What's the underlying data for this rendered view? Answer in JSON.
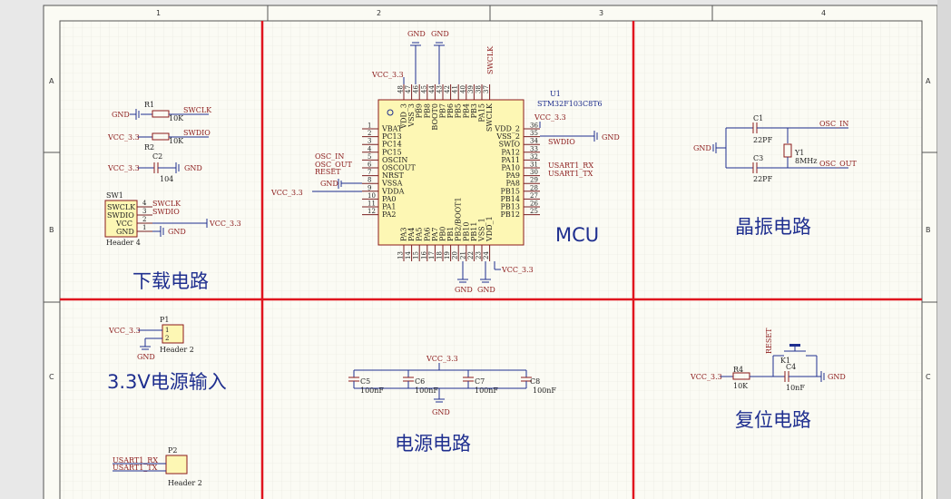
{
  "zones": {
    "columns": [
      "1",
      "2",
      "3",
      "4"
    ],
    "rows": [
      "A",
      "B",
      "C"
    ]
  },
  "sections": {
    "download": "下载电路",
    "mcu": "MCU",
    "crystal": "晶振电路",
    "power_in": "3.3V电源输入",
    "power": "电源电路",
    "reset": "复位电路"
  },
  "nets": {
    "gnd": "GND",
    "vcc": "VCC_3.3",
    "swclk": "SWCLK",
    "swdio": "SWDIO",
    "osc_in": "OSC_IN",
    "osc_out": "OSC_OUT",
    "reset": "RESET",
    "rx": "USART1_RX",
    "tx": "USART1_TX"
  },
  "mcu": {
    "designator": "U1",
    "part": "STM32F103C8T6",
    "left_pins": [
      {
        "num": "1",
        "name": "VBAT"
      },
      {
        "num": "2",
        "name": "PC13"
      },
      {
        "num": "3",
        "name": "PC14"
      },
      {
        "num": "4",
        "name": "PC15"
      },
      {
        "num": "5",
        "name": "OSCIN"
      },
      {
        "num": "6",
        "name": "OSCOUT"
      },
      {
        "num": "7",
        "name": "NRST"
      },
      {
        "num": "8",
        "name": "VSSA"
      },
      {
        "num": "9",
        "name": "VDDA"
      },
      {
        "num": "10",
        "name": "PA0"
      },
      {
        "num": "11",
        "name": "PA1"
      },
      {
        "num": "12",
        "name": "PA2"
      }
    ],
    "right_pins": [
      {
        "num": "36",
        "name": "VDD_2"
      },
      {
        "num": "35",
        "name": "VSS_2"
      },
      {
        "num": "34",
        "name": "SWIO"
      },
      {
        "num": "33",
        "name": "PA12"
      },
      {
        "num": "32",
        "name": "PA11"
      },
      {
        "num": "31",
        "name": "PA10"
      },
      {
        "num": "30",
        "name": "PA9"
      },
      {
        "num": "29",
        "name": "PA8"
      },
      {
        "num": "28",
        "name": "PB15"
      },
      {
        "num": "27",
        "name": "PB14"
      },
      {
        "num": "26",
        "name": "PB13"
      },
      {
        "num": "25",
        "name": "PB12"
      }
    ],
    "top_pins": [
      {
        "num": "48",
        "name": "VDD_3"
      },
      {
        "num": "47",
        "name": "VSS_3"
      },
      {
        "num": "46",
        "name": "PB9"
      },
      {
        "num": "45",
        "name": "PB8"
      },
      {
        "num": "44",
        "name": "BOOT0"
      },
      {
        "num": "43",
        "name": "PB7"
      },
      {
        "num": "42",
        "name": "PB6"
      },
      {
        "num": "41",
        "name": "PB5"
      },
      {
        "num": "40",
        "name": "PB4"
      },
      {
        "num": "39",
        "name": "PB3"
      },
      {
        "num": "38",
        "name": "PA15"
      },
      {
        "num": "37",
        "name": "SWCLK"
      }
    ],
    "bottom_pins": [
      {
        "num": "13",
        "name": "PA3"
      },
      {
        "num": "14",
        "name": "PA4"
      },
      {
        "num": "15",
        "name": "PA5"
      },
      {
        "num": "16",
        "name": "PA6"
      },
      {
        "num": "17",
        "name": "PA7"
      },
      {
        "num": "18",
        "name": "PB0"
      },
      {
        "num": "19",
        "name": "PB1"
      },
      {
        "num": "20",
        "name": "PB2/BOOT1"
      },
      {
        "num": "21",
        "name": "PB10"
      },
      {
        "num": "22",
        "name": "PB11"
      },
      {
        "num": "23",
        "name": "VSS_1"
      },
      {
        "num": "24",
        "name": "VDD_1"
      }
    ]
  },
  "components": {
    "r1": {
      "ref": "R1",
      "value": "10K"
    },
    "r2": {
      "ref": "R2",
      "value": "10K"
    },
    "c2": {
      "ref": "C2",
      "value": "104"
    },
    "sw1": {
      "ref": "SW1",
      "pins": [
        "SWCLK",
        "SWDIO",
        "VCC",
        "GND"
      ],
      "pin_nums": [
        "4",
        "3",
        "2",
        "1"
      ],
      "footprint": "Header 4"
    },
    "c1": {
      "ref": "C1",
      "value": "22PF"
    },
    "c3": {
      "ref": "C3",
      "value": "22PF"
    },
    "y1": {
      "ref": "Y1",
      "value": "8MHz"
    },
    "p1": {
      "ref": "P1",
      "footprint": "Header 2"
    },
    "p2": {
      "ref": "P2",
      "footprint": "Header 2"
    },
    "c5": {
      "ref": "C5",
      "value": "100nF"
    },
    "c6": {
      "ref": "C6",
      "value": "100nF"
    },
    "c7": {
      "ref": "C7",
      "value": "100nF"
    },
    "c8": {
      "ref": "C8",
      "value": "100nF"
    },
    "r4": {
      "ref": "R4",
      "value": "10K"
    },
    "c4": {
      "ref": "C4",
      "value": "10nF"
    },
    "k1": {
      "ref": "K1"
    }
  },
  "colors": {
    "border_red": "#e0141e",
    "wire": "#1f2f8f",
    "label": "#8b1a1a",
    "paper": "#fbfbf4",
    "chip": "#fdf7b4"
  }
}
